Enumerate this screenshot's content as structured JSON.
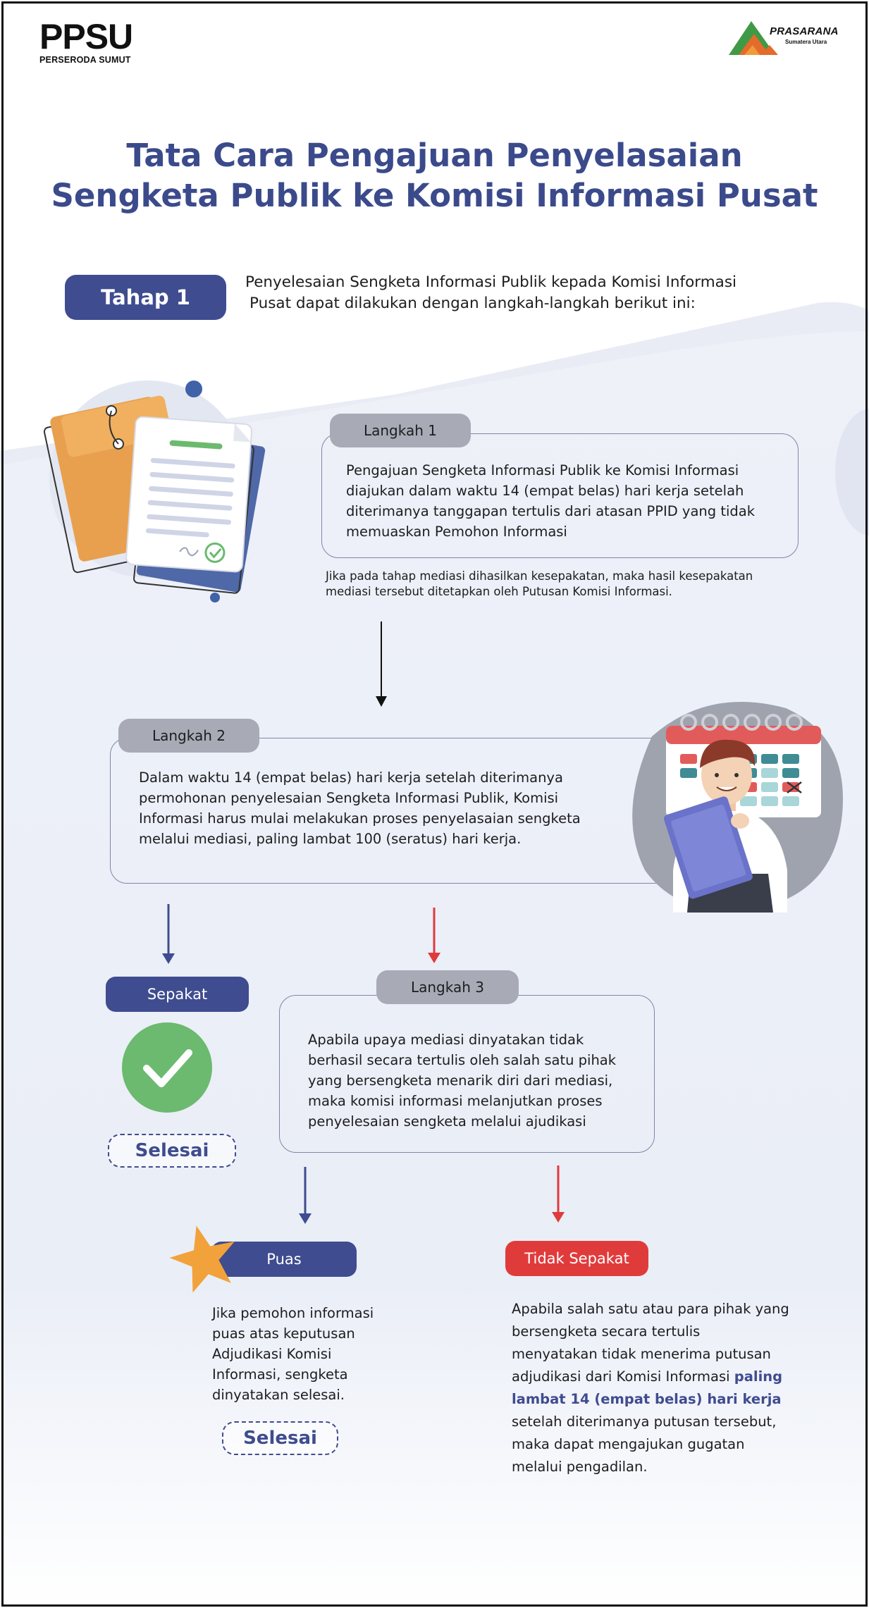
{
  "logos": {
    "ppsu": {
      "name": "PPSU",
      "sub": "PERSERODA SUMUT"
    },
    "prasarana": {
      "name": "PRASARANA",
      "sub": "Sumatera Utara"
    }
  },
  "title": {
    "line1": "Tata Cara Pengajuan Penyelasaian",
    "line2": "Sengketa Publik ke Komisi Informasi Pusat"
  },
  "tahap": {
    "label": "Tahap 1",
    "intro_line1": "Penyelesaian Sengketa Informasi Publik kepada Komisi Informasi",
    "intro_line2": "Pusat dapat dilakukan dengan langkah-langkah berikut ini:"
  },
  "langkah1": {
    "label": "Langkah 1",
    "lines": [
      "Pengajuan Sengketa Informasi Publik ke Komisi Informasi",
      "diajukan dalam waktu 14 (empat belas) hari kerja setelah",
      "diterimanya tanggapan tertulis dari atasan PPID yang tidak",
      "memuaskan Pemohon Informasi"
    ],
    "note_lines": [
      "Jika pada tahap mediasi dihasilkan kesepakatan, maka hasil kesepakatan",
      "mediasi tersebut ditetapkan oleh Putusan Komisi Informasi."
    ]
  },
  "langkah2": {
    "label": "Langkah 2",
    "lines": [
      "Dalam waktu 14 (empat belas) hari kerja setelah diterimanya",
      "permohonan penyelesaian Sengketa Informasi Publik, Komisi",
      "Informasi harus mulai melakukan proses penyelasaian sengketa",
      "melalui mediasi, paling lambat 100 (seratus) hari kerja."
    ]
  },
  "sepakat": {
    "label": "Sepakat",
    "selesai": "Selesai"
  },
  "langkah3": {
    "label": "Langkah 3",
    "lines": [
      "Apabila upaya mediasi dinyatakan tidak",
      "berhasil secara tertulis oleh salah satu pihak",
      "yang bersengketa menarik diri dari mediasi,",
      "maka komisi informasi melanjutkan proses",
      "penyelesaian sengketa melalui ajudikasi"
    ]
  },
  "puas": {
    "label": "Puas",
    "lines": [
      "Jika pemohon informasi",
      "puas atas keputusan",
      "Adjudikasi Komisi",
      "Informasi, sengketa",
      "dinyatakan selesai."
    ],
    "selesai": "Selesai"
  },
  "tidak_sepakat": {
    "label": "Tidak Sepakat",
    "line1": "Apabila salah satu atau para pihak yang",
    "line2": "bersengketa secara tertulis",
    "line3": "menyatakan tidak menerima putusan",
    "line4_prefix": "adjudikasi dari Komisi Informasi ",
    "line4_highlight": "paling",
    "line5_highlight": "lambat 14 (empat belas) hari kerja",
    "line6": "setelah diterimanya putusan tersebut,",
    "line7": "maka dapat mengajukan gugatan",
    "line8": "melalui pengadilan."
  },
  "colors": {
    "primary_blue": "#3f4c8f",
    "title_blue": "#3b4a8b",
    "red": "#e03b3b",
    "gray_tab": "#a8abb5",
    "green_check": "#6bba6f",
    "star_orange": "#f2a23a"
  },
  "icons": [
    "document-folder-illustration",
    "businessman-calendar-illustration",
    "check-circle-icon",
    "star-icon",
    "arrow-down-icon"
  ]
}
